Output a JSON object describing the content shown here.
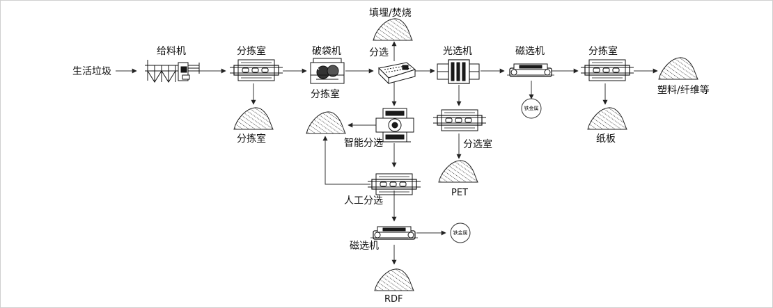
{
  "labels": {
    "input": "生活垃圾",
    "feeder": "给料机",
    "sort_room_1": "分拣室",
    "sort_room_1_out": "分拣室",
    "bag_breaker": "破袋机",
    "bag_breaker_room": "分拣室",
    "landfill": "填埋/焚烧",
    "separation": "分选",
    "optical_sorter": "光选机",
    "magnetic_separator_top": "磁选机",
    "sort_room_3": "分拣室",
    "plastics_fiber": "塑料/纤维等",
    "ferrous_1": "铁金属",
    "cardboard": "纸板",
    "intelligent_sorting": "智能分选",
    "sort_station": "分选室",
    "pet": "PET",
    "manual_sorting": "人工分选",
    "ferrous_2": "铁金属",
    "magnetic_separator_bottom": "磁选机",
    "rdf": "RDF"
  }
}
